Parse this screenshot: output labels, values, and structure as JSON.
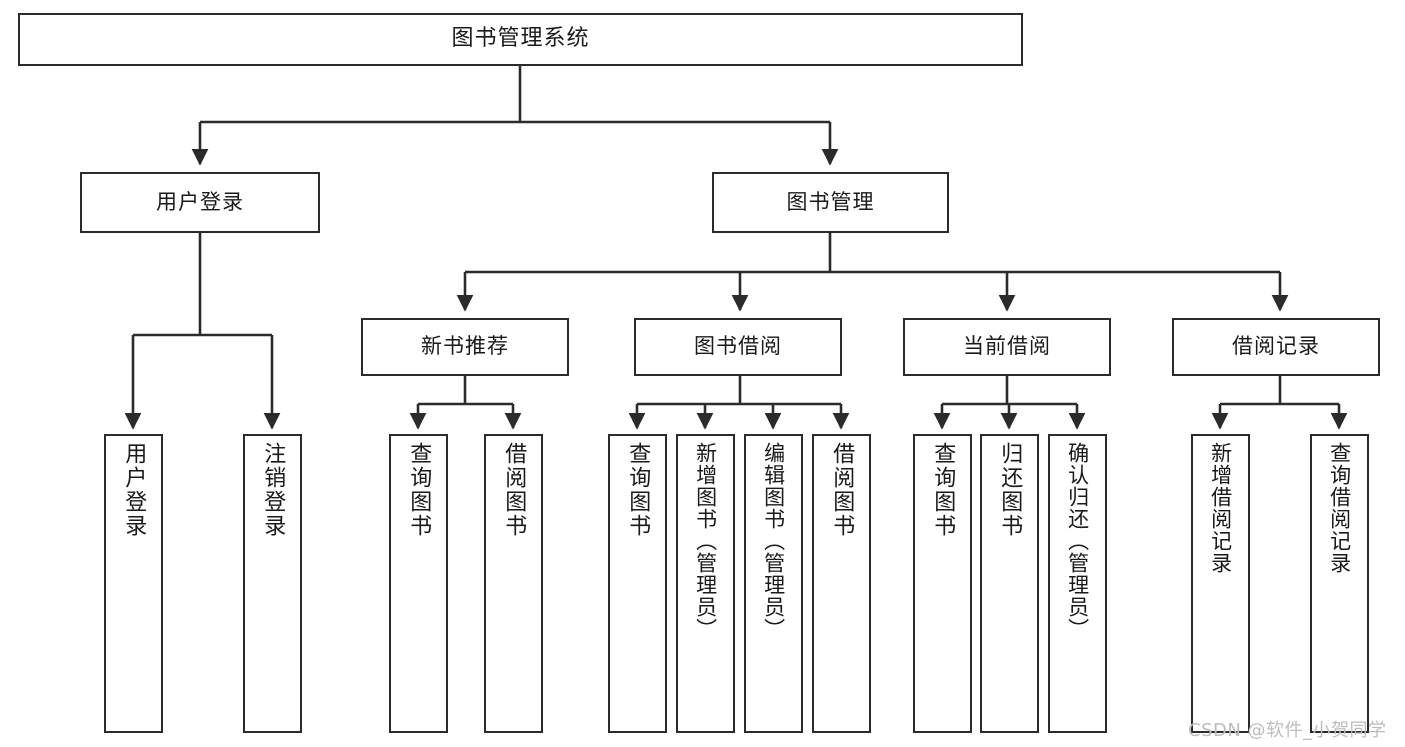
{
  "diagram": {
    "type": "tree",
    "title": "图书管理系统",
    "watermark": "CSDN @软件_小贺同学",
    "accent_color": "#2b2b2b",
    "background_color": "#ffffff",
    "nodes": {
      "root": {
        "label": "图书管理系统"
      },
      "level2": [
        {
          "id": "user-login",
          "label": "用户登录"
        },
        {
          "id": "book-manage",
          "label": "图书管理"
        }
      ],
      "level3": [
        {
          "id": "new-book-rec",
          "label": "新书推荐"
        },
        {
          "id": "book-borrow",
          "label": "图书借阅"
        },
        {
          "id": "current-borrow",
          "label": "当前借阅"
        },
        {
          "id": "borrow-record",
          "label": "借阅记录"
        }
      ],
      "leaves": {
        "user_login": [
          {
            "id": "leaf-user-login",
            "label": "用户登录"
          },
          {
            "id": "leaf-user-logout",
            "label": "注销登录"
          }
        ],
        "new_book_rec": [
          {
            "id": "leaf-query-book-1",
            "label": "查询图书"
          },
          {
            "id": "leaf-borrow-book-1",
            "label": "借阅图书"
          }
        ],
        "book_borrow": [
          {
            "id": "leaf-query-book-2",
            "label": "查询图书"
          },
          {
            "id": "leaf-add-book",
            "label": "新增图书（管理员）"
          },
          {
            "id": "leaf-edit-book",
            "label": "编辑图书（管理员）"
          },
          {
            "id": "leaf-borrow-book-2",
            "label": "借阅图书"
          }
        ],
        "current_borrow": [
          {
            "id": "leaf-query-book-3",
            "label": "查询图书"
          },
          {
            "id": "leaf-return-book",
            "label": "归还图书"
          },
          {
            "id": "leaf-confirm-return",
            "label": "确认归还（管理员）"
          }
        ],
        "borrow_record": [
          {
            "id": "leaf-add-record",
            "label": "新增借阅记录"
          },
          {
            "id": "leaf-query-record",
            "label": "查询借阅记录"
          }
        ]
      }
    }
  }
}
